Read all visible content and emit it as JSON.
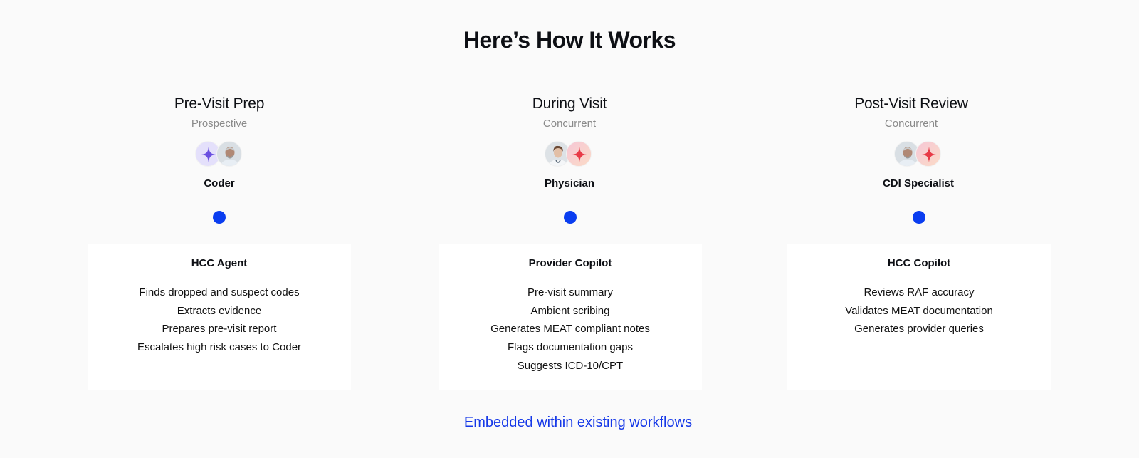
{
  "page": {
    "title": "Here’s How It Works",
    "footer_link": "Embedded within existing workflows"
  },
  "colors": {
    "accent": "#0a3df0",
    "link": "#1538e8",
    "muted": "#8a8a8a",
    "line": "#c4c4c4"
  },
  "stages": [
    {
      "title": "Pre-Visit Prep",
      "subtitle": "Prospective",
      "role": "Coder",
      "avatars": [
        "purple-sparkle-icon",
        "coder-avatar"
      ],
      "card": {
        "title": "HCC Agent",
        "items": [
          "Finds dropped and suspect codes",
          "Extracts evidence",
          "Prepares pre-visit report",
          "Escalates high risk cases to Coder"
        ]
      }
    },
    {
      "title": "During Visit",
      "subtitle": "Concurrent",
      "role": "Physician",
      "avatars": [
        "physician-avatar",
        "red-sparkle-icon"
      ],
      "card": {
        "title": "Provider Copilot",
        "items": [
          "Pre-visit summary",
          "Ambient scribing",
          "Generates MEAT compliant notes",
          "Flags documentation gaps",
          "Suggests ICD-10/CPT"
        ]
      }
    },
    {
      "title": "Post-Visit Review",
      "subtitle": "Concurrent",
      "role": "CDI Specialist",
      "avatars": [
        "cdi-specialist-avatar",
        "red-sparkle-icon"
      ],
      "card": {
        "title": "HCC Copilot",
        "items": [
          "Reviews RAF accuracy",
          "Validates MEAT documentation",
          "Generates provider queries"
        ]
      }
    }
  ]
}
